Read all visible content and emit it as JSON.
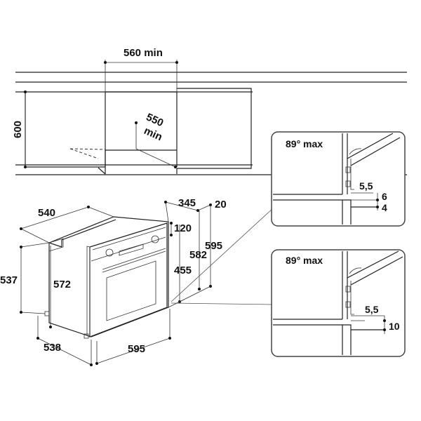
{
  "cabinet": {
    "dim_width": "560 min",
    "dim_height": "600",
    "dim_depth_value": "550",
    "dim_depth_suffix": "min"
  },
  "oven": {
    "dim_depth_top": "540",
    "dim_height_side": "537",
    "dim_inner_height": "572",
    "dim_depth_bottom": "538",
    "dim_front_width": "595",
    "dim_door_depth": "345",
    "dim_door_thick": "20",
    "dim_panel_height": "120",
    "dim_total_height": "595",
    "dim_inner_front_height": "582",
    "dim_cavity_height": "455"
  },
  "detail_top": {
    "angle_label": "89° max",
    "gap_a": "5,5",
    "gap_b": "6",
    "gap_c": "4"
  },
  "detail_bottom": {
    "angle_label": "89° max",
    "gap_a": "5,5",
    "gap_b": "10"
  }
}
